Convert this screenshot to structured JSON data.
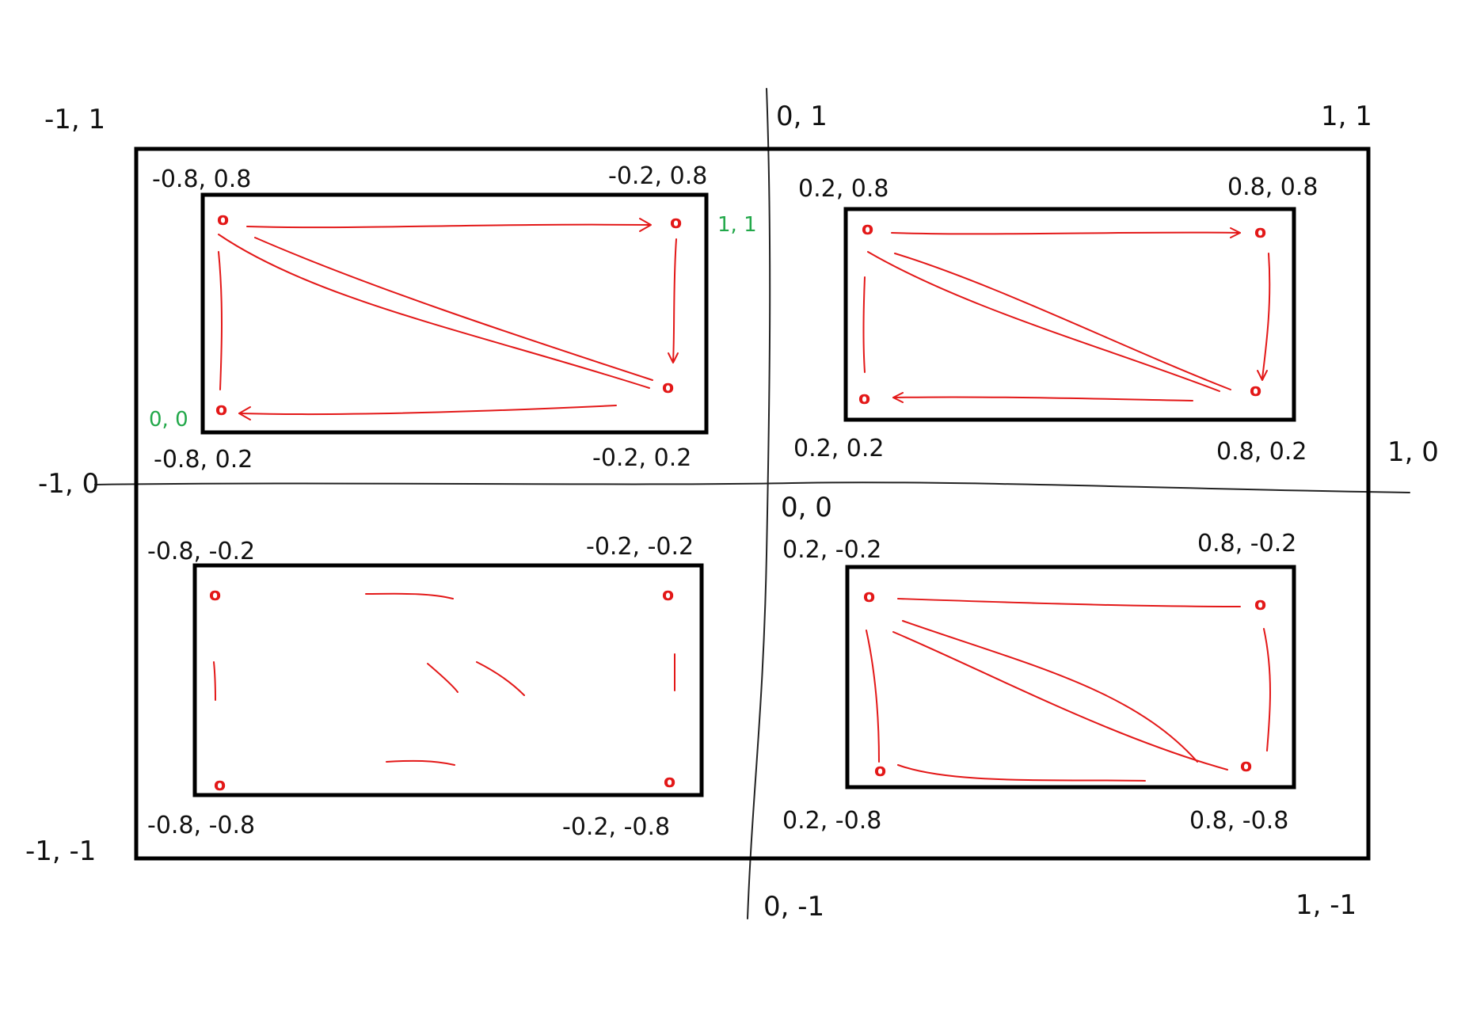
{
  "colors": {
    "background": "#ffffff",
    "ink": "#111111",
    "axis": "#222222",
    "frame": "#000000",
    "stroke": "#e31818",
    "uv": "#22a84a"
  },
  "axis_labels": {
    "top_left": "-1, 1",
    "top_center": "0, 1",
    "top_right": "1, 1",
    "middle_left": "-1, 0",
    "middle_right": "1, 0",
    "origin": "0, 0",
    "bottom_left": "-1, -1",
    "bottom_center": "0, -1",
    "bottom_right": "1, -1"
  },
  "quadrants": [
    {
      "id": "top-left",
      "labels": {
        "tl": "-0.8, 0.8",
        "tr": "-0.2, 0.8",
        "bl": "-0.8, 0.2",
        "br": "-0.2, 0.2"
      },
      "uv": {
        "top_right": "1, 1",
        "bottom_left": "0, 0"
      },
      "vertices": [
        "o",
        "o",
        "o",
        "o"
      ],
      "style": "arrows"
    },
    {
      "id": "top-right",
      "labels": {
        "tl": "0.2, 0.8",
        "tr": "0.8, 0.8",
        "bl": "0.2, 0.2",
        "br": "0.8, 0.2"
      },
      "vertices": [
        "o",
        "o",
        "o",
        "o"
      ],
      "style": "arrows"
    },
    {
      "id": "bottom-left",
      "labels": {
        "tl": "-0.8, -0.2",
        "tr": "-0.2, -0.2",
        "bl": "-0.8, -0.8",
        "br": "-0.2, -0.8"
      },
      "vertices": [
        "o",
        "o",
        "o",
        "o"
      ],
      "style": "dashes"
    },
    {
      "id": "bottom-right",
      "labels": {
        "tl": "0.2, -0.2",
        "tr": "0.8, -0.2",
        "bl": "0.2, -0.8",
        "br": "0.8, -0.8"
      },
      "vertices": [
        "o",
        "o",
        "o",
        "o"
      ],
      "style": "lines"
    }
  ]
}
